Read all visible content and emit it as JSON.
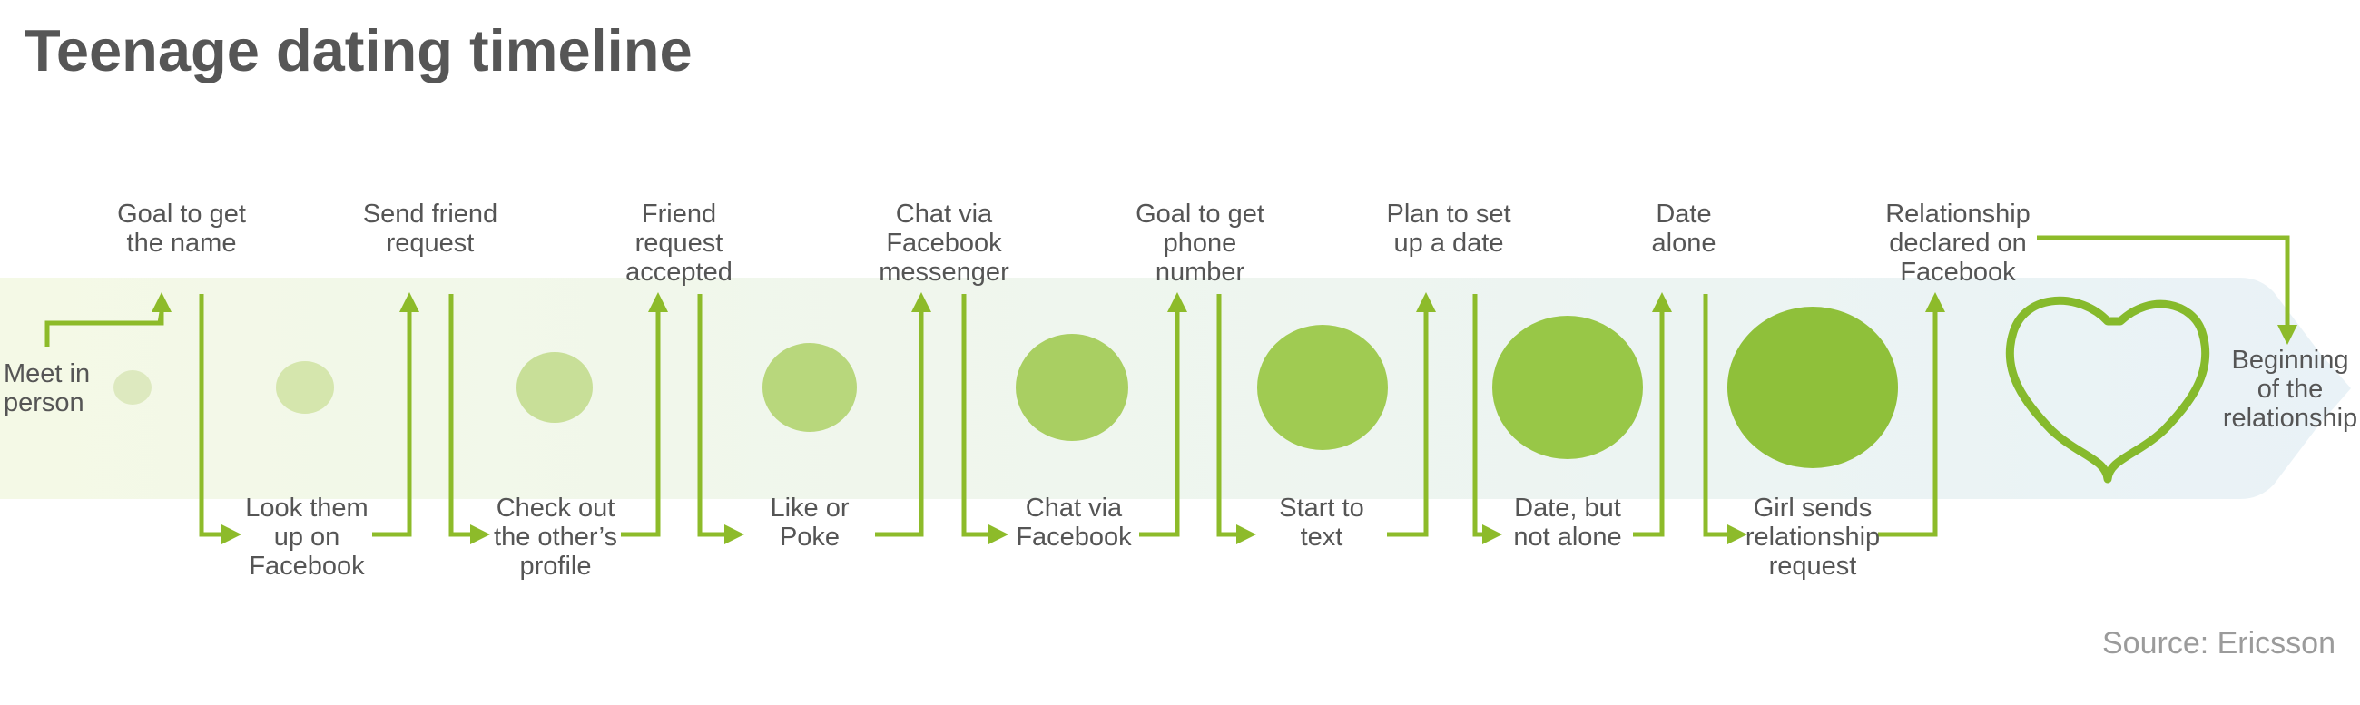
{
  "title": "Teenage dating timeline",
  "source": "Source: Ericsson",
  "colors": {
    "accent": "#8dbb2a",
    "text": "#555555",
    "title": "#565656",
    "source": "#9b9b9b",
    "band_start": "#f4f9e6",
    "band_end": "#e9f2f7",
    "heart": "#86ba2c"
  },
  "start_label": [
    "Meet in",
    "person"
  ],
  "end_label": [
    "Beginning",
    "of the",
    "relationship"
  ],
  "steps_top": [
    {
      "label": [
        "Goal to get",
        "the name"
      ]
    },
    {
      "label": [
        "Send friend",
        "request"
      ]
    },
    {
      "label": [
        "Friend",
        "request",
        "accepted"
      ]
    },
    {
      "label": [
        "Chat via",
        "Facebook",
        "messenger"
      ]
    },
    {
      "label": [
        "Goal to get",
        "phone",
        "number"
      ]
    },
    {
      "label": [
        "Plan to set",
        "up a date"
      ]
    },
    {
      "label": [
        "Date",
        "alone"
      ]
    },
    {
      "label": [
        "Relationship",
        "declared on",
        "Facebook"
      ]
    }
  ],
  "steps_bottom": [
    {
      "label": [
        "Look them",
        "up on",
        "Facebook"
      ]
    },
    {
      "label": [
        "Check out",
        "the other’s",
        "profile"
      ]
    },
    {
      "label": [
        "Like or",
        "Poke"
      ]
    },
    {
      "label": [
        "Chat via",
        "Facebook"
      ]
    },
    {
      "label": [
        "Start to",
        "text"
      ]
    },
    {
      "label": [
        "Date, but",
        "not alone"
      ]
    },
    {
      "label": [
        "Girl sends",
        "relationship",
        "request"
      ]
    }
  ],
  "progress_circles": [
    {
      "color": "#dde9bf"
    },
    {
      "color": "#d5e6ad"
    },
    {
      "color": "#c8df98"
    },
    {
      "color": "#b8d77c"
    },
    {
      "color": "#a9cf62"
    },
    {
      "color": "#a0cb52"
    },
    {
      "color": "#98c747"
    },
    {
      "color": "#8fc03a"
    }
  ],
  "heart_icon": "heart-icon"
}
